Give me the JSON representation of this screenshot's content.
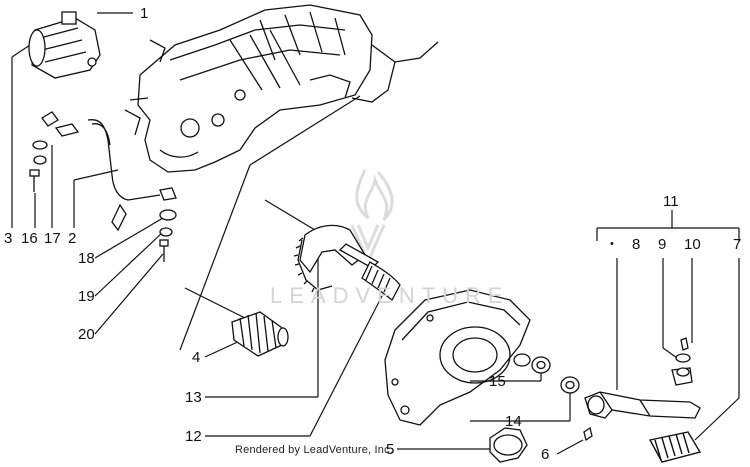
{
  "labels": {
    "l1": "1",
    "l2": "2",
    "l3": "3",
    "l4": "4",
    "l5": "5",
    "l6": "6",
    "l7": "7",
    "l8": "8",
    "l9": "9",
    "l10": "10",
    "l11": "11",
    "l12": "12",
    "l13": "13",
    "l14": "14",
    "l15": "15",
    "l16": "16",
    "l17": "17",
    "l18": "18",
    "l19": "19",
    "l20": "20"
  },
  "credit": "Rendered by LeadVenture, Inc.",
  "watermark": "LEADVENTURE",
  "colors": {
    "ink": "#111111",
    "watermark": "#d4d4d4",
    "background": "#ffffff"
  }
}
